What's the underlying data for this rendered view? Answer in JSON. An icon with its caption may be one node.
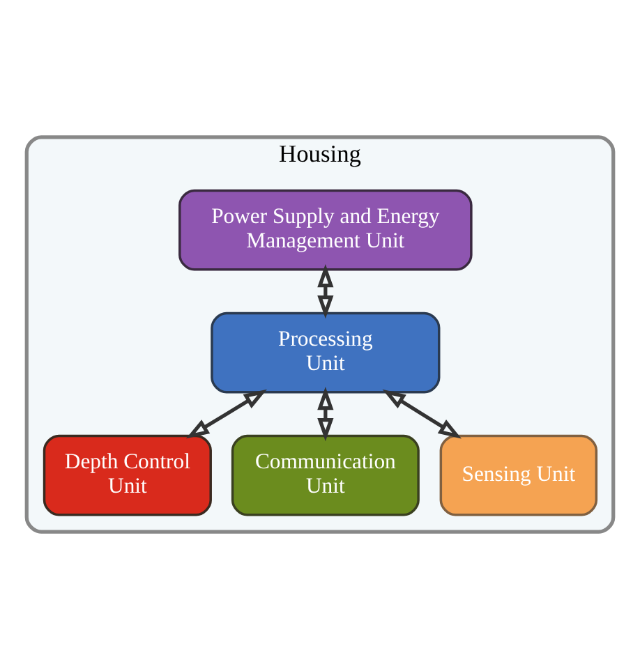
{
  "diagram": {
    "nodes": [
      {
        "text": [
          "Housing"
        ]
      },
      {
        "text": [
          "Power Supply and Energy Management Unit"
        ],
        "in": 0
      },
      {
        "text": [
          "Processing Unit"
        ],
        "in": 0
      },
      {
        "text": [
          "Depth Control Unit"
        ],
        "in": 0
      },
      {
        "text": [
          "Communication Unit"
        ],
        "in": 0
      },
      {
        "text": [
          "Sensing Unit"
        ],
        "in": 0
      }
    ],
    "edges": [
      {
        "from": 1,
        "to": 2,
        "arrow": "both"
      },
      {
        "from": 2,
        "to": 3,
        "arrow": "both"
      },
      {
        "from": 2,
        "to": 4,
        "arrow": "both"
      },
      {
        "from": 2,
        "to": 5,
        "arrow": "both"
      }
    ]
  }
}
